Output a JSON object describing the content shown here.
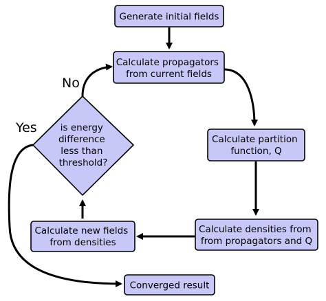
{
  "diagram": {
    "nodes": {
      "generate": {
        "lines": [
          "Generate initial fields"
        ]
      },
      "propagators": {
        "lines": [
          "Calculate propagators",
          "from current fields"
        ]
      },
      "partition": {
        "lines": [
          "Calculate partition",
          "function, Q"
        ]
      },
      "densities": {
        "lines": [
          "Calculate densities from",
          "from propagators and Q"
        ]
      },
      "new_fields": {
        "lines": [
          "Calculate new fields",
          "from densities"
        ]
      },
      "decision": {
        "lines": [
          "is energy",
          "difference",
          "less than",
          "threshold?"
        ]
      },
      "converged": {
        "lines": [
          "Converged result"
        ]
      }
    },
    "edge_labels": {
      "no": "No",
      "yes": "Yes"
    },
    "colors": {
      "node_fill": "#c8c8f8",
      "node_stroke": "#000000",
      "arrow": "#000000"
    }
  }
}
